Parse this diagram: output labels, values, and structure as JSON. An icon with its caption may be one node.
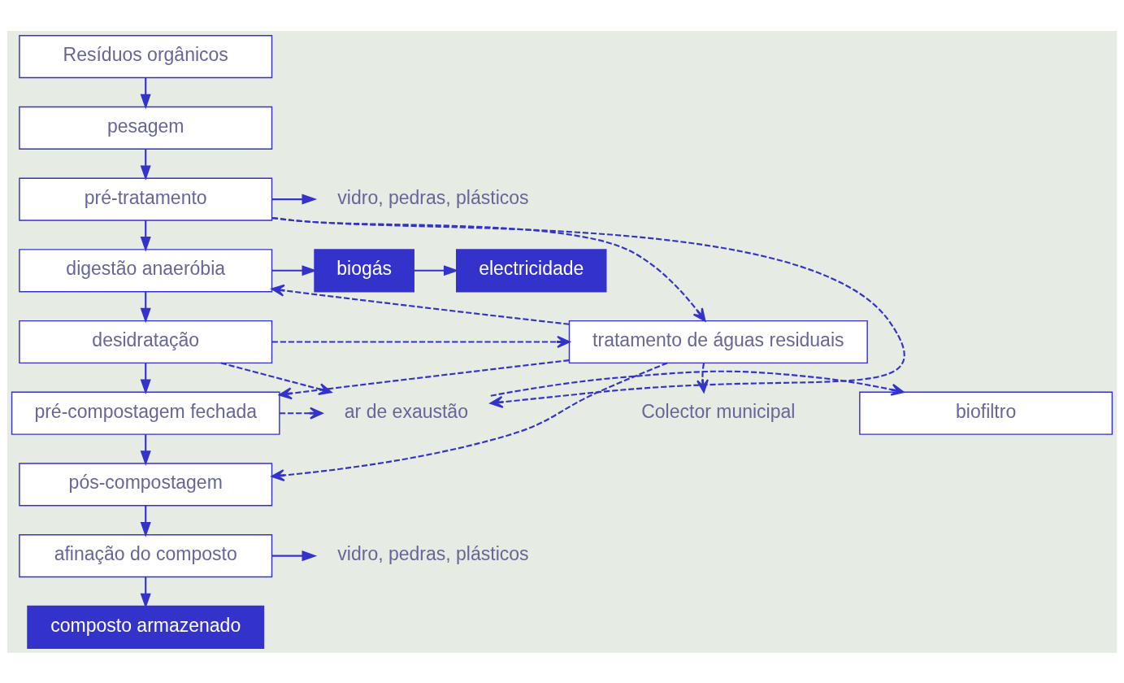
{
  "diagram": {
    "nodes": [
      {
        "text": [
          "Resíduos orgânicos"
        ]
      },
      {
        "text": [
          "pesagem"
        ]
      },
      {
        "text": [
          "pré-tratamento"
        ]
      },
      {
        "text": [
          "vidro, pedras, plásticos"
        ]
      },
      {
        "text": [
          "digestão anaeróbia"
        ]
      },
      {
        "text": [
          "biogás"
        ]
      },
      {
        "text": [
          "electricidade"
        ]
      },
      {
        "text": [
          "desidratação"
        ]
      },
      {
        "text": [
          "tratamento de águas residuais"
        ]
      },
      {
        "text": [
          "pré-compostagem fechada"
        ]
      },
      {
        "text": [
          "ar de exaustão"
        ]
      },
      {
        "text": [
          "biofiltro"
        ]
      },
      {
        "text": [
          "pós-compostagem"
        ]
      },
      {
        "text": [
          "Colector municipal"
        ]
      },
      {
        "text": [
          "afinação do composto"
        ]
      },
      {
        "text": [
          "vidro, pedras, plásticos"
        ]
      },
      {
        "text": [
          "composto armazenado"
        ]
      }
    ],
    "edges": [
      {
        "from": 0,
        "to": 1,
        "arrow": "to"
      },
      {
        "from": 1,
        "to": 2,
        "arrow": "to"
      },
      {
        "from": 2,
        "to": 3,
        "arrow": "to"
      },
      {
        "from": 2,
        "to": 4,
        "arrow": "to"
      },
      {
        "from": 4,
        "to": 5,
        "arrow": "to"
      },
      {
        "from": 5,
        "to": 6,
        "arrow": "to"
      },
      {
        "from": 4,
        "to": 7,
        "arrow": "to"
      },
      {
        "from": 7,
        "to": 9,
        "arrow": "to"
      },
      {
        "from": 9,
        "to": 12,
        "arrow": "to"
      },
      {
        "from": 12,
        "to": 14,
        "arrow": "to"
      },
      {
        "from": 14,
        "to": 15,
        "arrow": "to"
      },
      {
        "from": 14,
        "to": 16,
        "arrow": "to"
      },
      {
        "from": 2,
        "to": 8,
        "arrow": "to",
        "style": "dashed"
      },
      {
        "from": 8,
        "to": 4,
        "arrow": "to",
        "style": "dashed"
      },
      {
        "from": 7,
        "to": 8,
        "arrow": "to",
        "style": "dashed"
      },
      {
        "from": 8,
        "to": 9,
        "arrow": "to",
        "style": "dashed"
      },
      {
        "from": 8,
        "to": 12,
        "arrow": "to",
        "style": "dashed"
      },
      {
        "from": 8,
        "to": 13,
        "arrow": "to",
        "style": "dashed"
      },
      {
        "from": 2,
        "to": 10,
        "arrow": "to",
        "style": "dashed"
      },
      {
        "from": 7,
        "to": 10,
        "arrow": "to",
        "style": "dashed"
      },
      {
        "from": 9,
        "to": 10,
        "arrow": "to",
        "style": "dashed"
      },
      {
        "from": 10,
        "to": 11,
        "arrow": "to",
        "style": "dashed"
      }
    ]
  }
}
